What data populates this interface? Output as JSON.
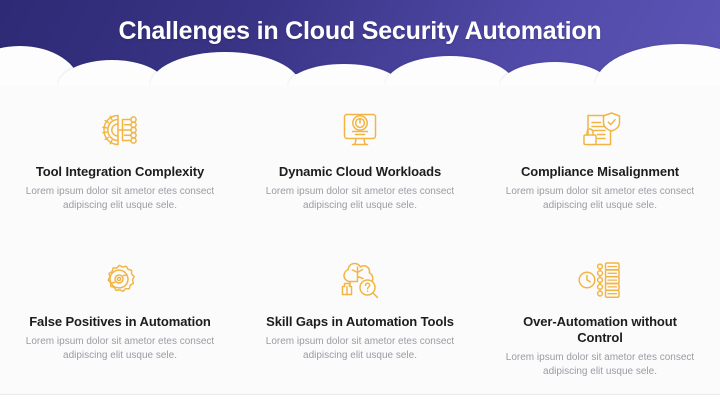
{
  "header": {
    "title": "Challenges in Cloud Security Automation",
    "gradient_start": "#2e2a74",
    "gradient_end": "#5d55b5",
    "cloud_color": "#fdfdfd"
  },
  "theme": {
    "background": "#fbfbfc",
    "icon_color": "#f2b544",
    "title_color": "#1d1d1f",
    "body_color": "#9b9ba3"
  },
  "cards": [
    {
      "icon": "gear-circuit-icon",
      "title": "Tool Integration Complexity",
      "description": "Lorem ipsum dolor sit ametor etes consect adipiscing elit usque sele."
    },
    {
      "icon": "monitor-gauge-icon",
      "title": "Dynamic Cloud Workloads",
      "description": "Lorem ipsum dolor sit ametor etes consect adipiscing elit usque sele."
    },
    {
      "icon": "document-shield-lock-icon",
      "title": "Compliance Misalignment",
      "description": "Lorem ipsum dolor sit ametor etes consect adipiscing elit usque sele."
    },
    {
      "icon": "gear-refresh-icon",
      "title": "False Positives in Automation",
      "description": "Lorem ipsum dolor sit ametor etes consect adipiscing elit usque sele."
    },
    {
      "icon": "brain-magnifier-question-icon",
      "title": "Skill Gaps in Automation Tools",
      "description": "Lorem ipsum dolor sit ametor etes consect adipiscing elit usque sele."
    },
    {
      "icon": "clock-timeline-icon",
      "title": "Over-Automation without Control",
      "description": "Lorem ipsum dolor sit ametor etes consect adipiscing elit usque sele."
    }
  ]
}
